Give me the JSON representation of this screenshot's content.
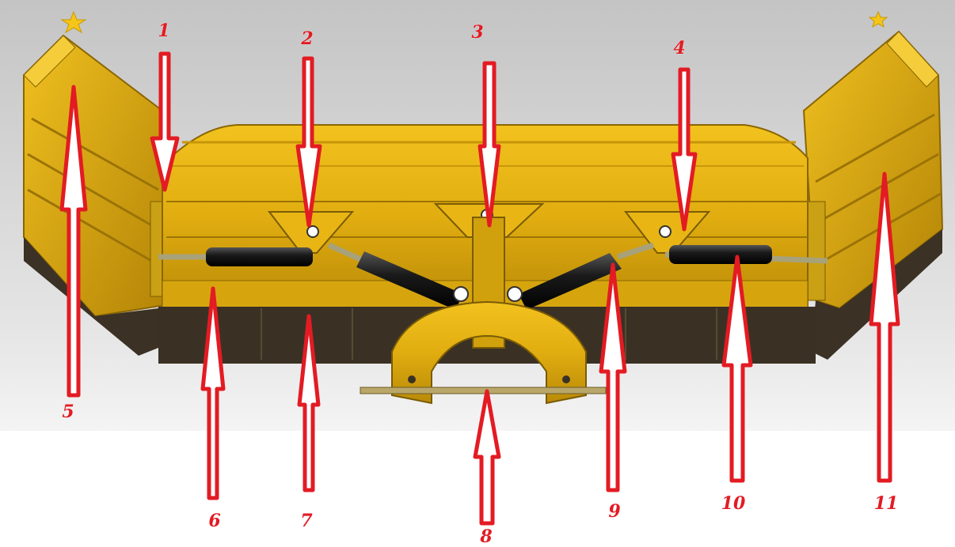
{
  "colors": {
    "background_top": "#c9c9c9",
    "background_bottom": "#f2f2f2",
    "blade_yellow": "#e8b514",
    "blade_dark_yellow": "#a17a05",
    "rubber_edge": "#3a3124",
    "cylinder_black": "#1e1e1e",
    "arrow_red": "#e31b23",
    "star_gold": "#f5c518"
  },
  "callouts": [
    {
      "id": "1",
      "label": "1"
    },
    {
      "id": "2",
      "label": "2"
    },
    {
      "id": "3",
      "label": "3"
    },
    {
      "id": "4",
      "label": "4"
    },
    {
      "id": "5",
      "label": "5"
    },
    {
      "id": "6",
      "label": "6"
    },
    {
      "id": "7",
      "label": "7"
    },
    {
      "id": "8",
      "label": "8"
    },
    {
      "id": "9",
      "label": "9"
    },
    {
      "id": "10",
      "label": "10"
    },
    {
      "id": "11",
      "label": "11"
    }
  ],
  "icons": [
    "star-icon-left",
    "star-icon-right"
  ]
}
